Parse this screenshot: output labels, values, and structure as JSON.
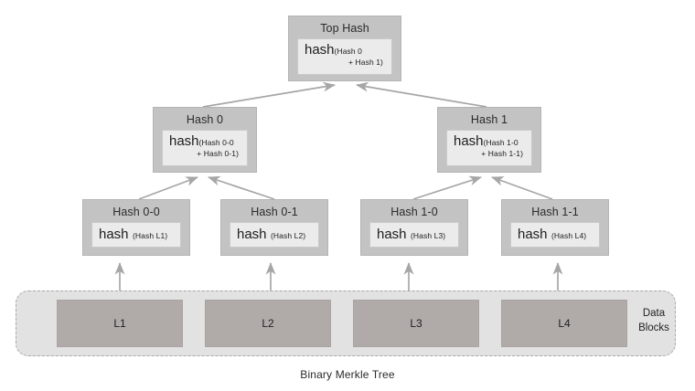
{
  "diagram": {
    "caption": "Binary Merkle Tree",
    "data_blocks_label": "Data Blocks",
    "colors": {
      "node_fill": "#c3c3c3",
      "node_border": "#b4b4b4",
      "hashbox_fill": "#ebebeb",
      "hashbox_border": "#c9c9c9",
      "datablock_fill": "#b0aba9",
      "container_fill": "#e2e2e2",
      "container_border": "#a8a8a8",
      "arrow": "#a6a6a6",
      "text": "#1f1f1f",
      "background": "#ffffff"
    }
  },
  "nodes": {
    "top": {
      "title": "Top Hash",
      "hash_word": "hash",
      "args_line1": "(Hash 0",
      "args_line2": "+ Hash 1)"
    },
    "hash0": {
      "title": "Hash 0",
      "hash_word": "hash",
      "args_line1": "(Hash 0-0",
      "args_line2": "+ Hash 0-1)"
    },
    "hash1": {
      "title": "Hash 1",
      "hash_word": "hash",
      "args_line1": "(Hash 1-0",
      "args_line2": "+ Hash 1-1)"
    },
    "hash00": {
      "title": "Hash 0-0",
      "hash_word": "hash",
      "args_line1": "(Hash L1)"
    },
    "hash01": {
      "title": "Hash 0-1",
      "hash_word": "hash",
      "args_line1": "(Hash L2)"
    },
    "hash10": {
      "title": "Hash 1-0",
      "hash_word": "hash",
      "args_line1": "(Hash L3)"
    },
    "hash11": {
      "title": "Hash 1-1",
      "hash_word": "hash",
      "args_line1": "(Hash L4)"
    }
  },
  "data_blocks": [
    {
      "label": "L1"
    },
    {
      "label": "L2"
    },
    {
      "label": "L3"
    },
    {
      "label": "L4"
    }
  ],
  "chart_data": {
    "type": "diagram",
    "title": "Binary Merkle Tree",
    "tree": {
      "label": "Top Hash",
      "value": "hash (Hash 0 + Hash 1)",
      "children": [
        {
          "label": "Hash 0",
          "value": "hash (Hash 0-0 + Hash 0-1)",
          "children": [
            {
              "label": "Hash 0-0",
              "value": "hash (Hash L1)",
              "children": [
                {
                  "label": "L1"
                }
              ]
            },
            {
              "label": "Hash 0-1",
              "value": "hash (Hash L2)",
              "children": [
                {
                  "label": "L2"
                }
              ]
            }
          ]
        },
        {
          "label": "Hash 1",
          "value": "hash (Hash 1-0 + Hash 1-1)",
          "children": [
            {
              "label": "Hash 1-0",
              "value": "hash (Hash L3)",
              "children": [
                {
                  "label": "L3"
                }
              ]
            },
            {
              "label": "Hash 1-1",
              "value": "hash (Hash L4)",
              "children": [
                {
                  "label": "L4"
                }
              ]
            }
          ]
        }
      ]
    },
    "edges": [
      {
        "from": "Hash 0",
        "to": "Top Hash"
      },
      {
        "from": "Hash 1",
        "to": "Top Hash"
      },
      {
        "from": "Hash 0-0",
        "to": "Hash 0"
      },
      {
        "from": "Hash 0-1",
        "to": "Hash 0"
      },
      {
        "from": "Hash 1-0",
        "to": "Hash 1"
      },
      {
        "from": "Hash 1-1",
        "to": "Hash 1"
      },
      {
        "from": "L1",
        "to": "Hash 0-0"
      },
      {
        "from": "L2",
        "to": "Hash 0-1"
      },
      {
        "from": "L3",
        "to": "Hash 1-0"
      },
      {
        "from": "L4",
        "to": "Hash 1-1"
      }
    ]
  }
}
